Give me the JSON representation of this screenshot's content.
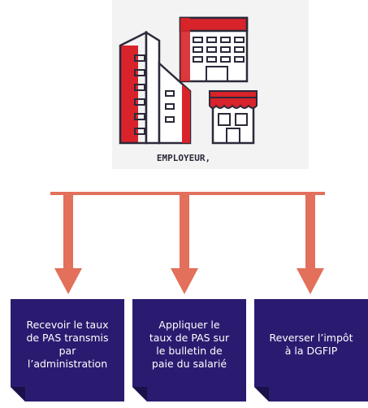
{
  "illustration": {
    "caption": "EMPLOYEUR,"
  },
  "colors": {
    "arrow": "#e2705a",
    "box": "#2b1b70",
    "building_red": "#d8232a",
    "outline": "#2a2a3a"
  },
  "boxes": [
    {
      "label": "Recevoir le taux\nde PAS transmis\npar\nl’administration"
    },
    {
      "label": "Appliquer le\ntaux de PAS sur\nle bulletin de\npaie du salarié"
    },
    {
      "label": "Reverser l’impôt\nà la DGFIP"
    }
  ]
}
